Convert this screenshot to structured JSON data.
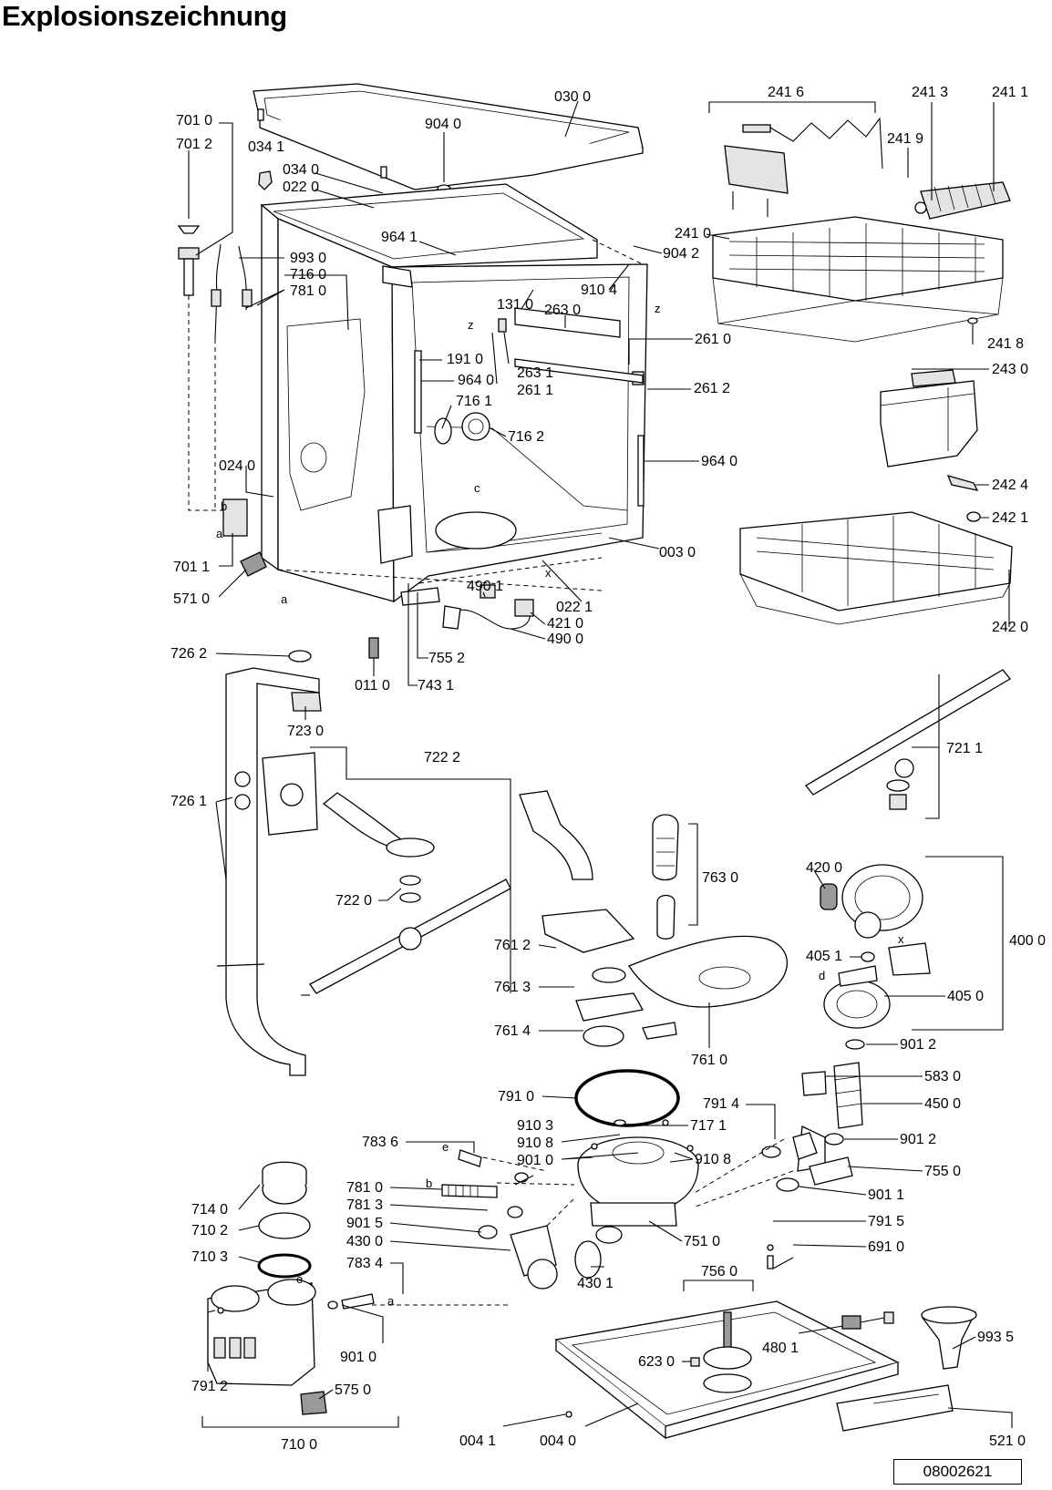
{
  "title": "Explosionszeichnung",
  "document_number": "08002621",
  "part_labels": [
    "030 0",
    "904 0",
    "034 1",
    "034 0",
    "022 0",
    "701 0",
    "701 2",
    "964 1",
    "993 0",
    "716 0",
    "781 0",
    "904 2",
    "910 4",
    "131 0",
    "263 0",
    "261 0",
    "263 1",
    "261 1",
    "191 0",
    "964 0",
    "716 1",
    "716 2",
    "261 2",
    "964 0",
    "024 0",
    "003 0",
    "701 1",
    "571 0",
    "022 1",
    "490 1",
    "421 0",
    "490 0",
    "755 2",
    "743 1",
    "011 0",
    "241 6",
    "241 3",
    "241 1",
    "241 9",
    "241 0",
    "241 8",
    "243 0",
    "242 4",
    "242 1",
    "242 0",
    "726 2",
    "723 0",
    "722 2",
    "726 1",
    "722 0",
    "721 1",
    "763 0",
    "761 2",
    "761 3",
    "761 4",
    "761 0",
    "420 0",
    "405 1",
    "405 0",
    "400 0",
    "791 0",
    "901 2",
    "583 0",
    "450 0",
    "791 4",
    "901 2",
    "755 0",
    "901 1",
    "791 5",
    "691 0",
    "717 1",
    "910 3",
    "910 8",
    "910 8",
    "901 0",
    "783 6",
    "781 0",
    "781 3",
    "901 5",
    "430 0",
    "751 0",
    "430 1",
    "783 4",
    "714 0",
    "710 2",
    "710 3",
    "901 0",
    "791 2",
    "575 0",
    "710 0",
    "756 0",
    "480 1",
    "993 5",
    "623 0",
    "004 1",
    "004 0",
    "521 0"
  ],
  "part_markers": [
    "z",
    "z",
    "c",
    "x",
    "b",
    "a",
    "a",
    "b",
    "e",
    "e",
    "a",
    "d",
    "x"
  ]
}
